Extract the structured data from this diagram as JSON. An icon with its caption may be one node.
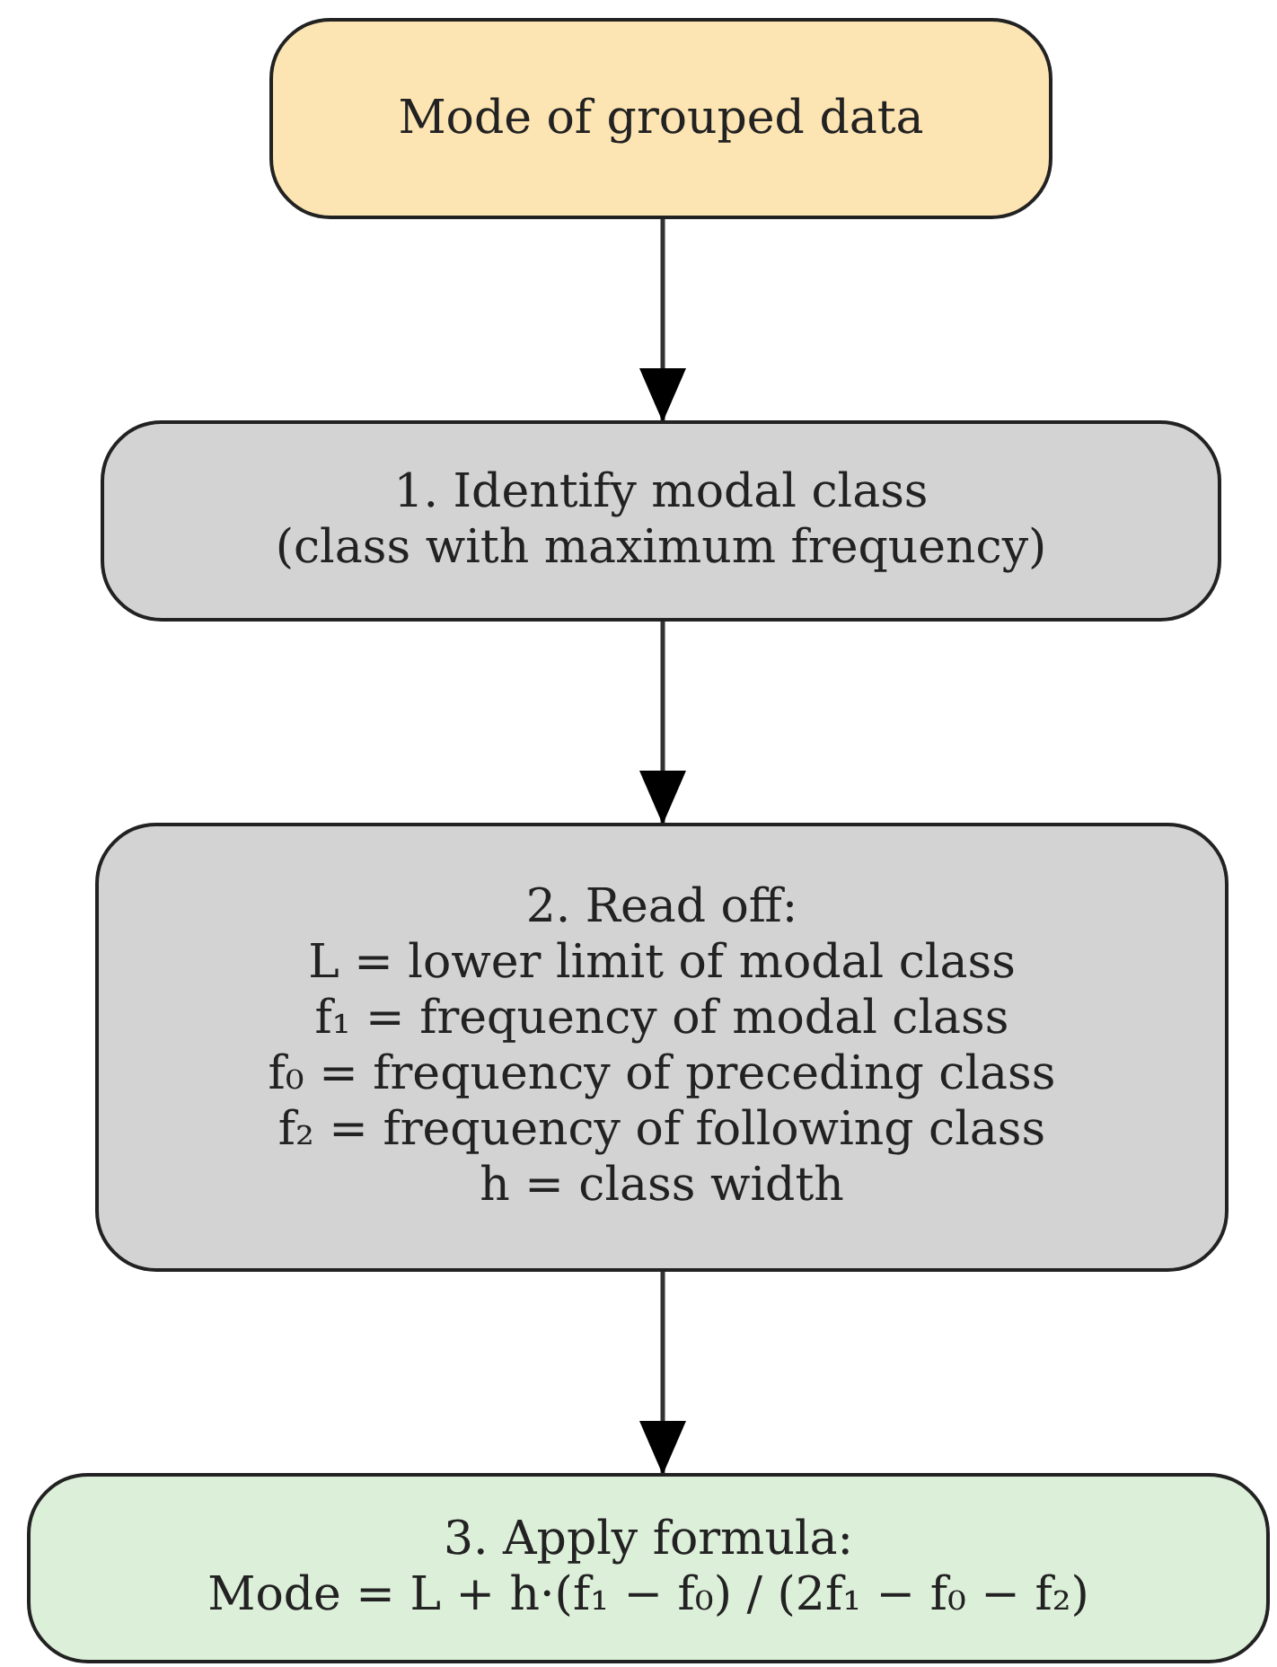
{
  "diagram": {
    "nodes": [
      {
        "text": [
          "Mode of grouped data"
        ]
      },
      {
        "text": [
          "1. Identify modal class",
          "(class with maximum frequency)"
        ]
      },
      {
        "text": [
          "2. Read off:",
          "L = lower limit of modal class",
          "f₁ = frequency of modal class",
          "f₀ = frequency of preceding class",
          "f₂ = frequency of following class",
          "h = class width"
        ]
      },
      {
        "text": [
          "3. Apply formula:",
          "Mode = L + h·(f₁ − f₀) / (2f₁ − f₀ − f₂)"
        ]
      }
    ],
    "edges": [
      {
        "from": 0,
        "to": 1,
        "arrow": "to"
      },
      {
        "from": 1,
        "to": 2,
        "arrow": "to"
      },
      {
        "from": 2,
        "to": 3,
        "arrow": "to"
      }
    ]
  }
}
